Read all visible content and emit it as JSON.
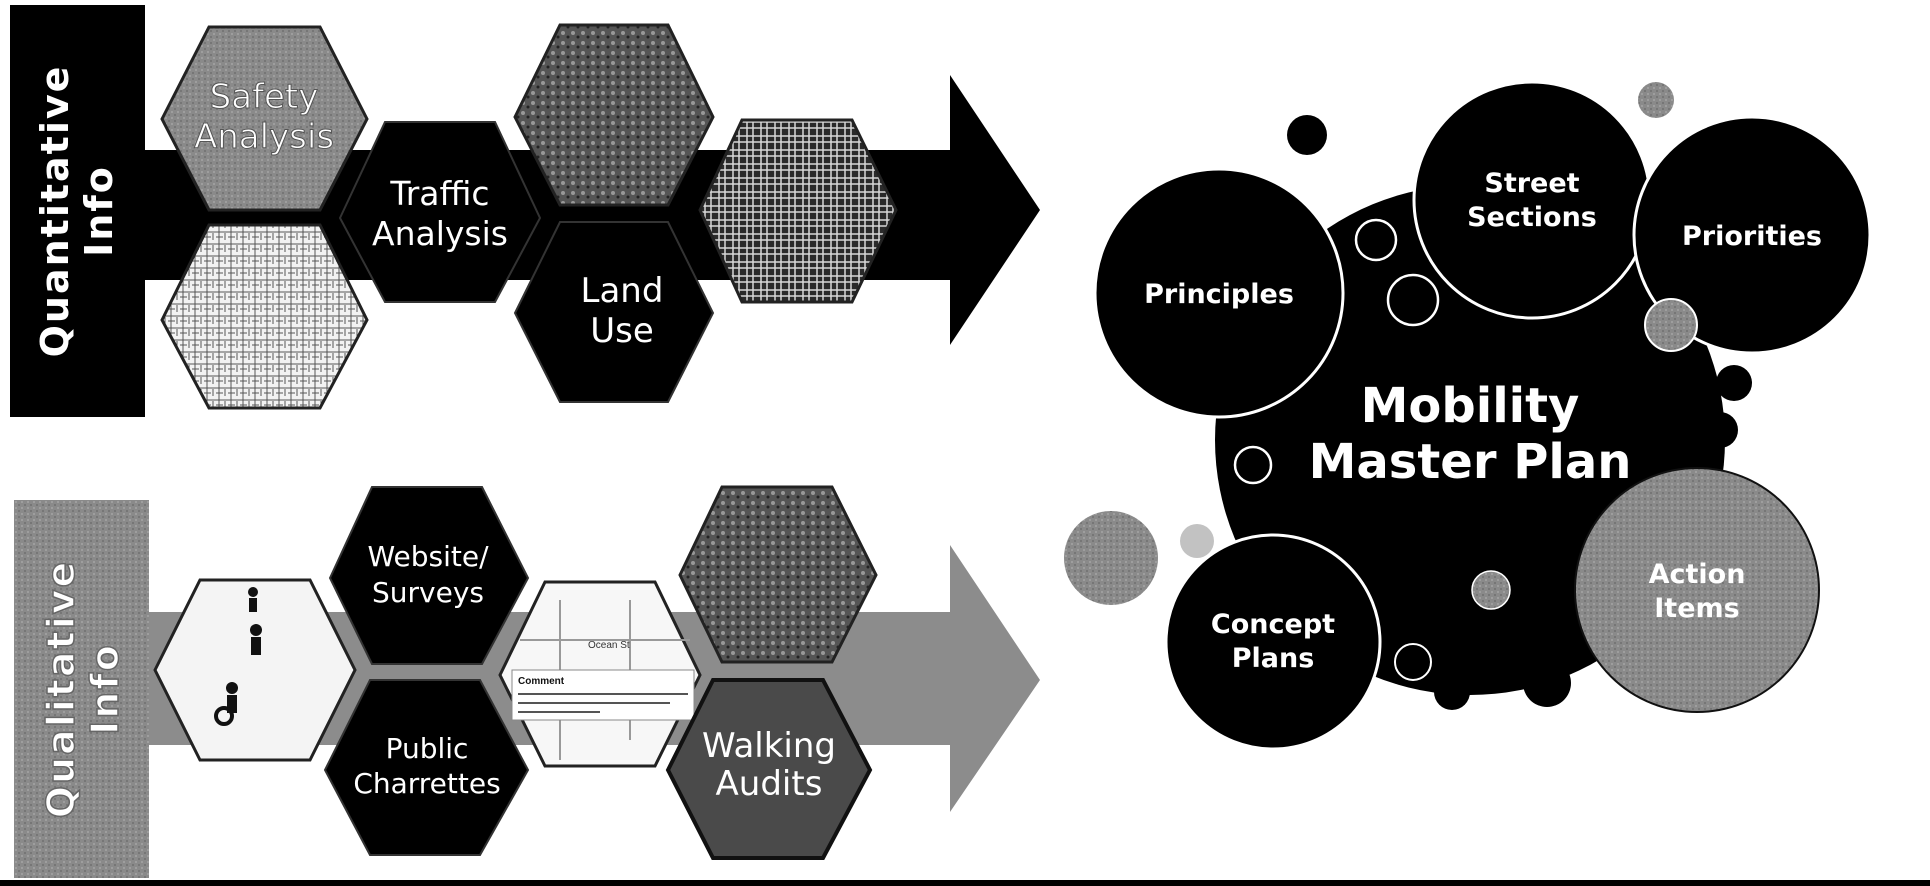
{
  "quantitative": {
    "label_line1": "Quantitative",
    "label_line2": "Info",
    "safety": [
      "Safety",
      "Analysis"
    ],
    "traffic": [
      "Traffic",
      "Analysis"
    ],
    "land_use": [
      "Land",
      "Use"
    ]
  },
  "qualitative": {
    "label_line1": "Qualitative",
    "label_line2": "Info",
    "website": [
      "Website/",
      "Surveys"
    ],
    "charrettes": [
      "Public",
      "Charrettes"
    ],
    "walking": [
      "Walking",
      "Audits"
    ]
  },
  "plan": {
    "title_line1": "Mobility",
    "title_line2": "Master Plan",
    "principles": "Principles",
    "street_sections": [
      "Street",
      "Sections"
    ],
    "priorities": "Priorities",
    "concept_plans": [
      "Concept",
      "Plans"
    ],
    "action_items": [
      "Action",
      "Items"
    ]
  },
  "map_snippet": {
    "heading": "Comment",
    "street_label": "Ocean St"
  }
}
